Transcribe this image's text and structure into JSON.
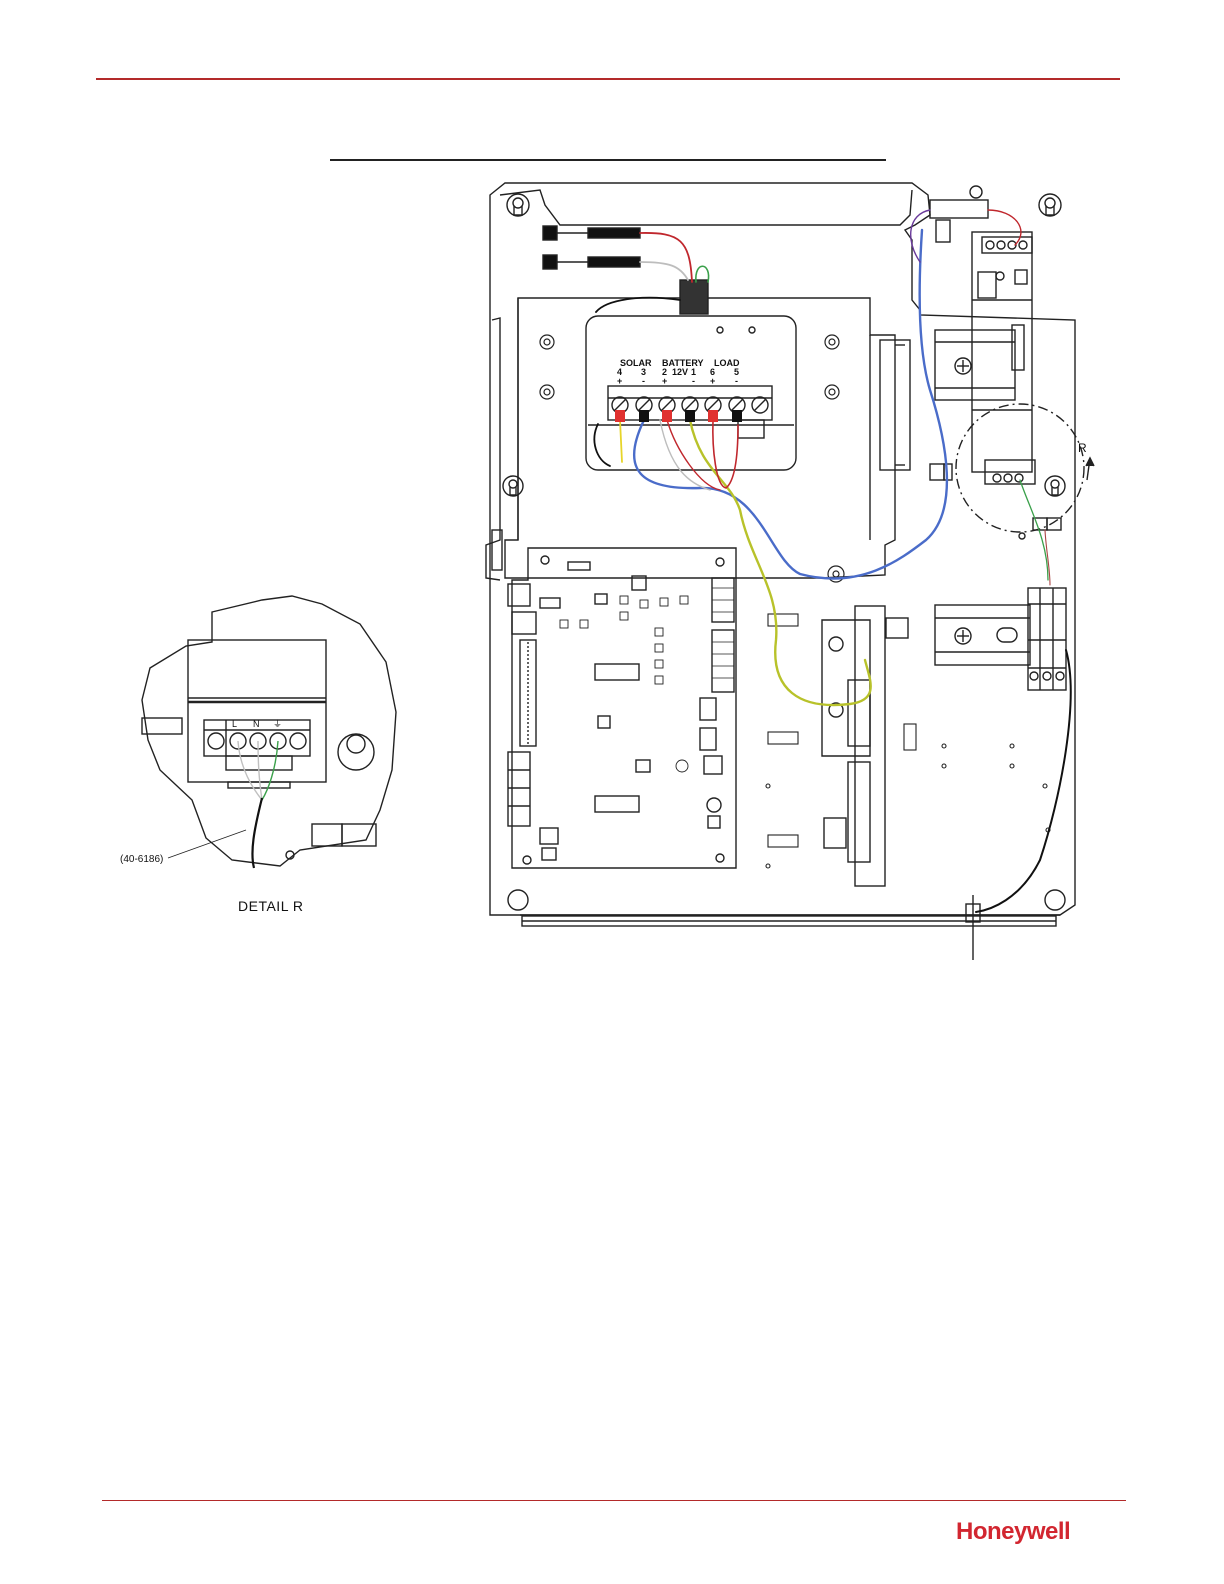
{
  "page": {
    "brand": "Honeywell"
  },
  "terminal_block": {
    "groups": [
      "SOLAR",
      "BATTERY",
      "LOAD"
    ],
    "battery_voltage": "12V",
    "numbers": [
      "4",
      "3",
      "2",
      "1",
      "6",
      "5"
    ],
    "polarities": [
      "+",
      "-",
      "+",
      "-",
      "+",
      "-"
    ]
  },
  "detail_r": {
    "caption": "DETAIL  R",
    "callout_letter": "R",
    "part_number": "(40-6186)",
    "terminal_labels": [
      "L",
      "N",
      "⏚"
    ]
  },
  "colors": {
    "accent_rule": "#b32a2a",
    "brand": "#d22630",
    "wire_red": "#c0272d",
    "wire_blue": "#4a6cc9",
    "wire_yellow_green": "#b8c22a",
    "wire_green": "#3aa04a",
    "wire_yellow": "#e7d52a",
    "wire_black": "#111111",
    "wire_white": "#bdbdbd"
  }
}
